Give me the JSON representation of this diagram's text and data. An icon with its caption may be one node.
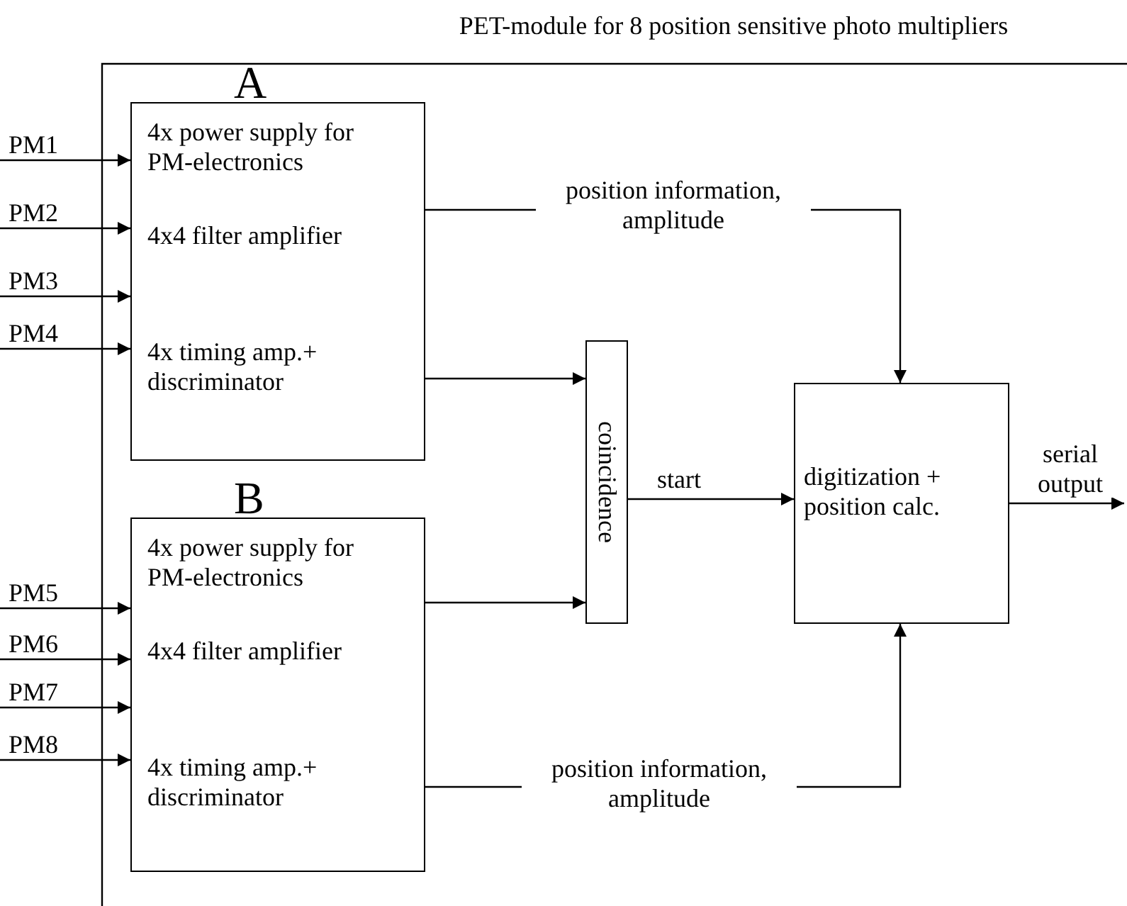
{
  "diagram": {
    "title": "PET-module for 8 position sensitive photo multipliers",
    "nodes": [
      {
        "text": [
          "PM1"
        ]
      },
      {
        "text": [
          "PM2"
        ]
      },
      {
        "text": [
          "PM3"
        ]
      },
      {
        "text": [
          "PM4"
        ]
      },
      {
        "text": [
          "A",
          "4x power supply for PM-electronics",
          "4x4 filter amplifier",
          "4x timing amp.+ discriminator"
        ]
      },
      {
        "text": [
          "PM5"
        ]
      },
      {
        "text": [
          "PM6"
        ]
      },
      {
        "text": [
          "PM7"
        ]
      },
      {
        "text": [
          "PM8"
        ]
      },
      {
        "text": [
          "B",
          "4x power supply for PM-electronics",
          "4x4 filter amplifier",
          "4x timing amp.+ discriminator"
        ]
      },
      {
        "text": [
          "coincidence"
        ]
      },
      {
        "text": [
          "digitization + position calc."
        ]
      }
    ],
    "edges": [
      {
        "from": 0,
        "to": 4,
        "arrow": "to"
      },
      {
        "from": 1,
        "to": 4,
        "arrow": "to"
      },
      {
        "from": 2,
        "to": 4,
        "arrow": "to"
      },
      {
        "from": 3,
        "to": 4,
        "arrow": "to"
      },
      {
        "from": 4,
        "to": 11,
        "arrow": "to",
        "label": "position information, amplitude"
      },
      {
        "from": 4,
        "to": 10,
        "arrow": "to"
      },
      {
        "from": 5,
        "to": 9,
        "arrow": "to"
      },
      {
        "from": 6,
        "to": 9,
        "arrow": "to"
      },
      {
        "from": 7,
        "to": 9,
        "arrow": "to"
      },
      {
        "from": 8,
        "to": 9,
        "arrow": "to"
      },
      {
        "from": 9,
        "to": 10,
        "arrow": "to"
      },
      {
        "from": 10,
        "to": 11,
        "arrow": "to",
        "label": "start"
      },
      {
        "from": 9,
        "to": 11,
        "arrow": "to",
        "label": "position information, amplitude"
      },
      {
        "from": 11,
        "to": null,
        "arrow": "to",
        "label": "serial output"
      }
    ]
  }
}
